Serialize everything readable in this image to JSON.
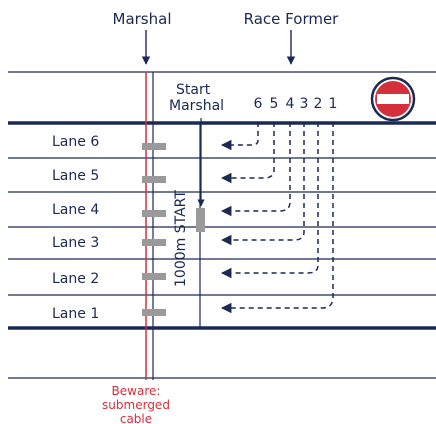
{
  "labels": {
    "marshal": "Marshal",
    "race_former": "Race Former",
    "start_line1": "Start",
    "start_line2": "Marshal",
    "start_text": "1000m START",
    "beware1": "Beware:",
    "beware2": "submerged",
    "beware3": "cable"
  },
  "lanes": [
    {
      "label": "Lane 6"
    },
    {
      "label": "Lane 5"
    },
    {
      "label": "Lane 4"
    },
    {
      "label": "Lane 3"
    },
    {
      "label": "Lane 2"
    },
    {
      "label": "Lane 1"
    }
  ],
  "former_numbers": [
    "6",
    "5",
    "4",
    "3",
    "2",
    "1"
  ],
  "colors": {
    "navy": "#1b2a55",
    "red": "#d4303c",
    "grey": "#9a9a9a"
  },
  "icons": {
    "no_entry": "no-entry-sign-icon"
  }
}
